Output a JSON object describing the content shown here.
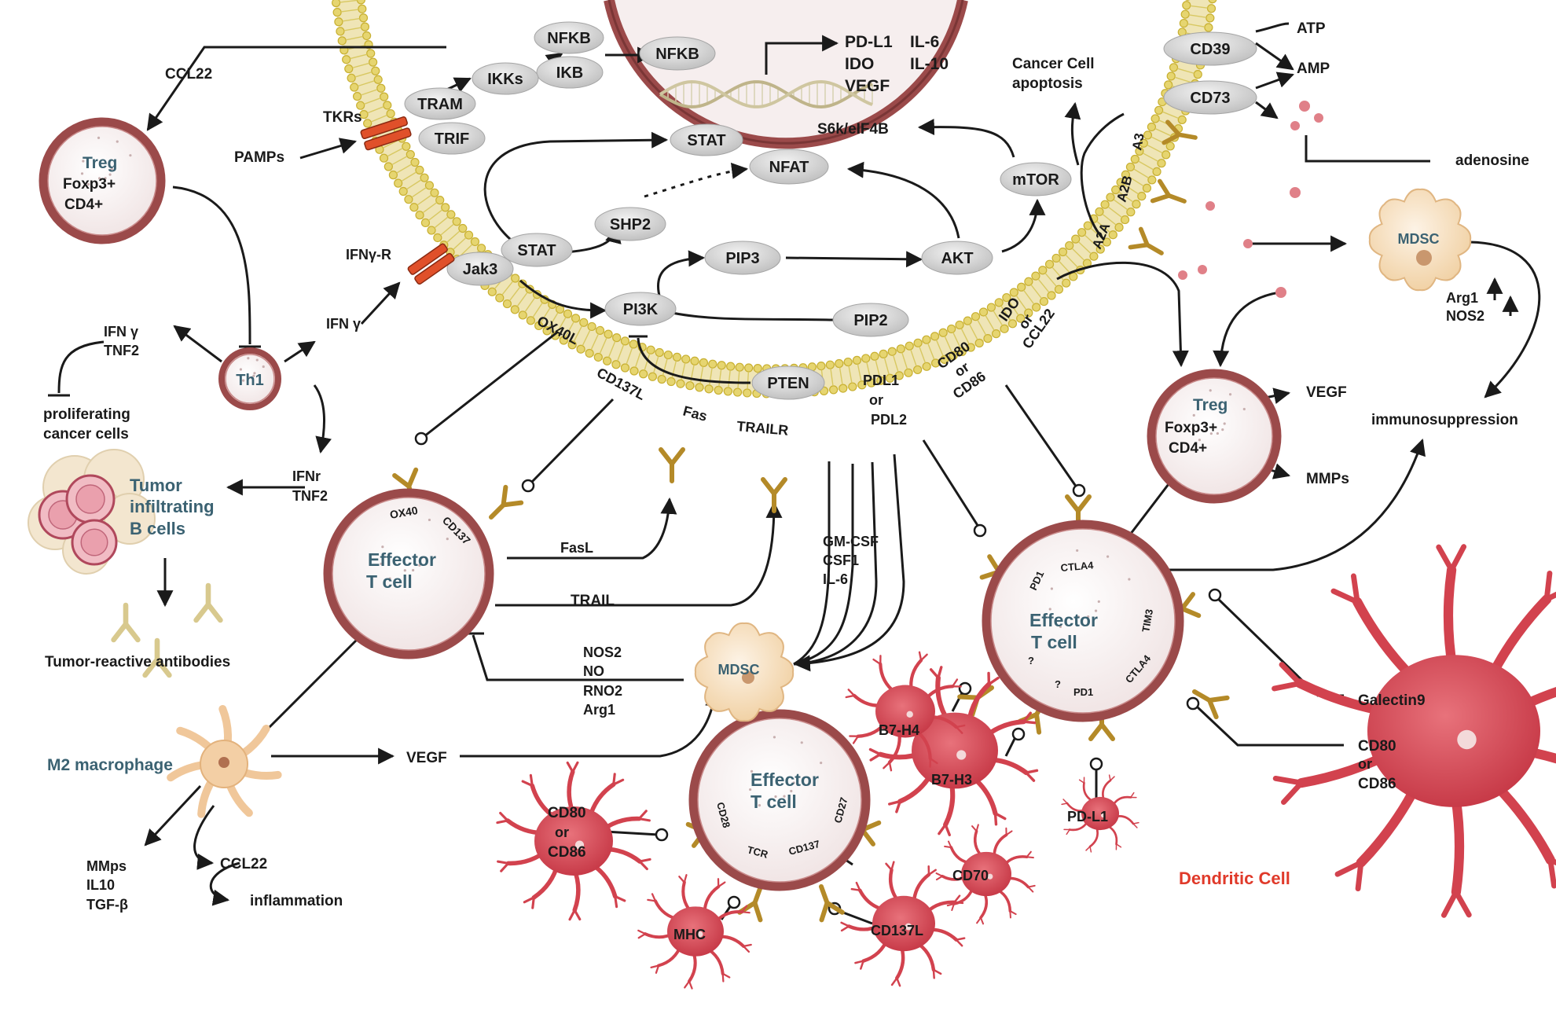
{
  "nucleus": {
    "outputs": [
      "PD-L1",
      "IL-6",
      "IDO",
      "IL-10",
      "VEGF"
    ]
  },
  "signaling": {
    "nfkb_top": "NFKB",
    "ikb": "IKB",
    "nfkb_nuc": "NFKB",
    "ikks": "IKKs",
    "tram": "TRAM",
    "trif": "TRIF",
    "stat_nuc": "STAT",
    "nfat": "NFAT",
    "shp2": "SHP2",
    "stat": "STAT",
    "jak3": "Jak3",
    "pip3": "PIP3",
    "akt": "AKT",
    "mtor": "mTOR",
    "pi3k": "PI3K",
    "pip2": "PIP2",
    "pten": "PTEN",
    "cd39": "CD39",
    "cd73": "CD73",
    "s6k": "S6k/eIF4B"
  },
  "labels": {
    "ccl22_top": "CCL22",
    "tkrs": "TKRs",
    "pamps": "PAMPs",
    "ifngr": "IFNγ-R",
    "ifng": "IFN γ",
    "ifng_tnf2_a": "IFN γ",
    "ifng_tnf2_b": "TNF2",
    "prolif_a": "proliferating",
    "prolif_b": "cancer cells",
    "ifnr_a": "IFNr",
    "ifnr_b": "TNF2",
    "tumor_b_a": "Tumor",
    "tumor_b_b": "infiltrating",
    "tumor_b_c": "B cells",
    "antibodies": "Tumor-reactive antibodies",
    "m2": "M2 macrophage",
    "vegf_m2": "VEGF",
    "mmps_a": "MMps",
    "mmps_b": "IL10",
    "mmps_c": "TGF-β",
    "ccl22_m2": "CCL22",
    "inflammation": "inflammation",
    "ox40l": "OX40L",
    "cd137l": "CD137L",
    "fas": "Fas",
    "trailr": "TRAILR",
    "fasl": "FasL",
    "trail": "TRAIL",
    "nos_a": "NOS2",
    "nos_b": "NO",
    "nos_c": "RNO2",
    "nos_d": "Arg1",
    "gm_a": "GM-CSF",
    "gm_b": "CSF1",
    "gm_c": "IL-6",
    "pdl_a": "PDL1",
    "pdl_b": "or",
    "pdl_c": "PDL2",
    "cd80_a": "CD80",
    "cd80_b": "or",
    "cd80_c": "CD86",
    "ido_a": "IDO",
    "ido_b": "or",
    "ido_c": "CCL22",
    "a2a": "A2A",
    "a2b": "A2B",
    "a3": "A3",
    "apop_a": "Cancer Cell",
    "apop_b": "apoptosis",
    "atp": "ATP",
    "amp": "AMP",
    "adenosine": "adenosine",
    "arg1": "Arg1",
    "nos2": "NOS2",
    "immuno": "immunosuppression",
    "vegf_treg": "VEGF",
    "mmps_treg": "MMPs",
    "galectin9": "Galectin9",
    "dc_cd80_a": "CD80",
    "dc_cd80_b": "or",
    "dc_cd80_c": "CD86",
    "dendritic": "Dendritic Cell",
    "b7h4": "B7-H4",
    "b7h3": "B7-H3",
    "pdl1_small": "PD-L1",
    "bot_cd80_a": "CD80",
    "bot_cd80_b": "or",
    "bot_cd80_c": "CD86",
    "mhc": "MHC",
    "cd137l_bot": "CD137L",
    "cd70": "CD70"
  },
  "cells": {
    "treg_left": [
      "Treg",
      "Foxp3+",
      "CD4+"
    ],
    "th1": "Th1",
    "effector_left": [
      "Effector",
      "T cell"
    ],
    "effector_left_rec": [
      "OX40",
      "CD137"
    ],
    "mdsc_mid": "MDSC",
    "mdsc_right": "MDSC",
    "treg_right": [
      "Treg",
      "Foxp3+",
      "CD4+"
    ],
    "effector_right": [
      "Effector",
      "T cell"
    ],
    "effector_right_rec": [
      "PD1",
      "CTLA4",
      "TIM3",
      "CTLA4",
      "PD1",
      "?",
      "?"
    ],
    "effector_bottom": [
      "Effector",
      "T cell"
    ],
    "effector_bottom_rec": [
      "CD28",
      "TCR",
      "CD137",
      "CD27"
    ]
  },
  "colors": {
    "membrane": "#c8b032",
    "cell_border": "#9b4a4a",
    "cell_fill": "#f7eeee",
    "pill": "#d9d9d9",
    "receptor": "#b48a28",
    "red_receptor": "#e0502a",
    "dendritic": "#d2424e",
    "mdsc": "#f3d4a8",
    "cell_title": "#3b6272",
    "dc_title": "#e03a2a"
  }
}
